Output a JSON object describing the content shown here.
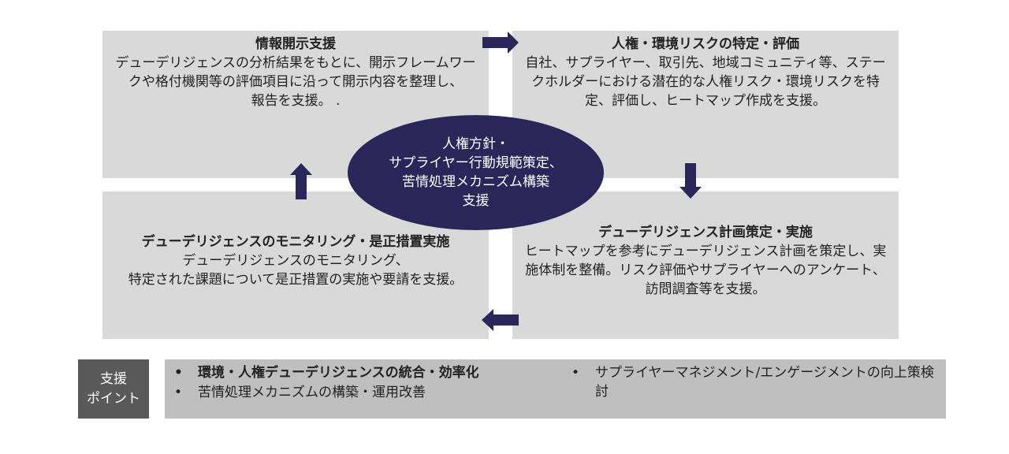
{
  "colors": {
    "box_bg": "#d9d9d9",
    "accent_navy": "#2a2659",
    "points_label_bg": "#595959",
    "points_body_bg": "#bfbfbf"
  },
  "steps": {
    "disclosure": {
      "title": "情報開示支援",
      "lines": [
        "デューデリジェンスの分析結果をもとに、開示フレームワー",
        "クや格付機関等の評価項目に沿って開示内容を整理し、",
        "報告を支援。 ."
      ]
    },
    "risk_assessment": {
      "title": "人権・環境リスクの特定・評価",
      "lines": [
        "自社、サプライヤー、取引先、地域コミュニティ等、ステー",
        "クホルダーにおける潜在的な人権リスク・環境リスクを特",
        "定、評価し、ヒートマップ作成を支援。"
      ]
    },
    "dd_planning": {
      "title": "デューデリジェンス計画策定・実施",
      "lines": [
        "ヒートマップを参考にデューデリジェンス計画を策定し、実",
        "施体制を整備。リスク評価やサプライヤーへのアンケート、",
        "訪問調査等を支援。"
      ]
    },
    "monitoring": {
      "title": "デューデリジェンスのモニタリング・是正措置実施",
      "lines": [
        "デューデリジェンスのモニタリング、",
        "特定された課題について是正措置の実施や要請を支援。"
      ]
    }
  },
  "center": {
    "lines": [
      "人権方針・",
      "サプライヤー行動規範策定、",
      "苦情処理メカニズム構築",
      "支援"
    ]
  },
  "arrows": [
    "arrow-right",
    "arrow-down",
    "arrow-left",
    "arrow-up"
  ],
  "support_points": {
    "label_lines": [
      "支援",
      "ポイント"
    ],
    "bullet": "•",
    "items": [
      "環境・人権デューデリジェンスの統合・効率化",
      "苦情処理メカニズムの構築・運用改善",
      "サプライヤーマネジメント/エンゲージメントの向上策検討"
    ]
  }
}
